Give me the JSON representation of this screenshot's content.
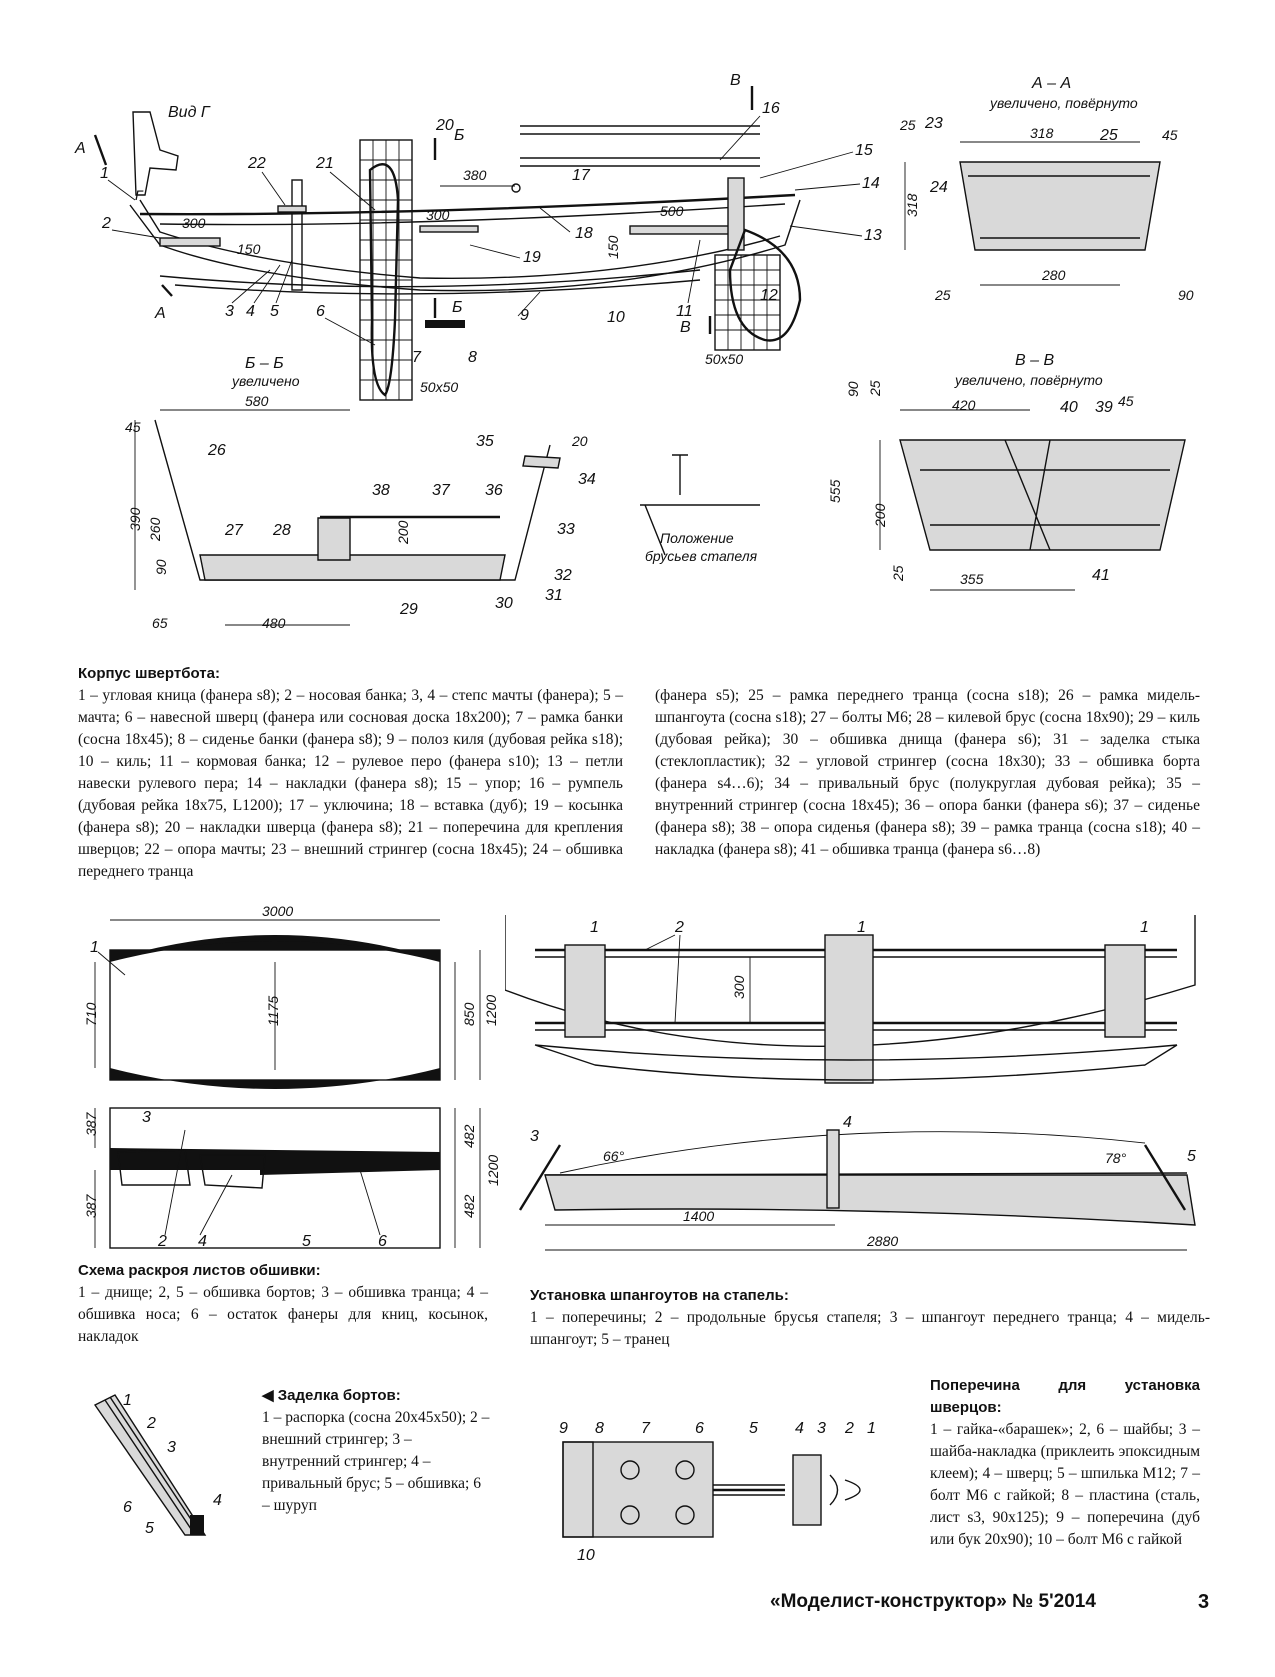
{
  "top_drawing": {
    "view_g": "Вид Г",
    "section_aa_title": "А – А",
    "section_aa_sub": "увеличено, повёрнуто",
    "section_bb_title": "Б – Б",
    "section_bb_sub": "увеличено",
    "section_vv_title": "В – В",
    "section_vv_sub": "увеличено, повёрнуто",
    "stapel_pos_line1": "Положение",
    "stapel_pos_line2": "брусьев стапеля",
    "letter_a": "А",
    "letter_g": "Г",
    "letter_b": "Б",
    "letter_v": "В",
    "dims": {
      "d300a": "300",
      "d150a": "150",
      "d380": "380",
      "d300b": "300",
      "d500": "500",
      "d150b": "150",
      "d50x50a": "50x50",
      "d50x50b": "50x50",
      "aa_318w": "318",
      "aa_25t": "25",
      "aa_45": "45",
      "aa_318h": "318",
      "aa_25b": "25",
      "aa_280": "280",
      "aa_90": "90",
      "bb_580": "580",
      "bb_45": "45",
      "bb_390": "390",
      "bb_260": "260",
      "bb_90": "90",
      "bb_65": "65",
      "bb_480": "480",
      "bb_200": "200",
      "bb_20": "20",
      "vv_420": "420",
      "vv_90": "90",
      "vv_25t": "25",
      "vv_45": "45",
      "vv_555": "555",
      "vv_200": "200",
      "vv_25b": "25",
      "vv_355": "355"
    },
    "nums": {
      "n1": "1",
      "n2": "2",
      "n3": "3",
      "n4": "4",
      "n5": "5",
      "n6": "6",
      "n7": "7",
      "n8": "8",
      "n9": "9",
      "n10": "10",
      "n11": "11",
      "n12": "12",
      "n13": "13",
      "n14": "14",
      "n15": "15",
      "n16": "16",
      "n17": "17",
      "n18": "18",
      "n19": "19",
      "n20": "20",
      "n21": "21",
      "n22": "22",
      "n23": "23",
      "n24": "24",
      "n25": "25",
      "n26": "26",
      "n27": "27",
      "n28": "28",
      "n29": "29",
      "n30": "30",
      "n31": "31",
      "n32": "32",
      "n33": "33",
      "n34": "34",
      "n35": "35",
      "n36": "36",
      "n37": "37",
      "n38": "38",
      "n39": "39",
      "n40": "40",
      "n41": "41"
    }
  },
  "caption_hull": {
    "title": "Корпус швертбота:",
    "col1": "1 – угловая кница (фанера s8); 2 – носовая банка; 3, 4 – степс мачты (фанера); 5 – мачта; 6 – навесной шверц (фанера или сосновая доска 18х200); 7 – рамка банки (сосна 18х45); 8 – сиденье банки (фанера s8); 9 – полоз киля (дубовая рейка s18); 10 – киль; 11 – кормовая банка; 12 – рулевое перо (фанера s10); 13 – петли навески рулевого пера; 14 – накладки (фанера s8); 15 – упор; 16 – румпель (дубовая рейка 18х75, L1200); 17 – уключина; 18 – вставка (дуб); 19 – косынка (фанера s8); 20 – накладки шверца (фанера s8); 21 – поперечина для крепления шверцов; 22 – опора мачты; 23 – внешний стрингер (сосна 18х45); 24 – обшивка переднего транца",
    "col2": "(фанера s5); 25 – рамка переднего транца (сосна s18); 26 – рамка мидель-шпангоута (сосна s18); 27 – болты М6; 28 – килевой брус (сосна 18х90); 29 – киль (дубовая рейка); 30 – обшивка днища (фанера s6); 31 – заделка стыка (стеклопластик); 32 – угловой стрингер (сосна 18х30); 33 – обшивка борта (фанера s4…6); 34 – привальный брус (полукруглая дубовая рейка); 35 – внутренний стрингер (сосна 18х45); 36 – опора банки (фанера s6); 37 – сиденье (фанера s8); 38 – опора сиденья (фанера s8); 39 – рамка транца (сосна s18); 40 – накладка (фанера s8); 41 – обшивка транца (фанера s6…8)"
  },
  "cutting": {
    "d3000": "3000",
    "d710": "710",
    "d1175": "1175",
    "d850": "850",
    "d1200a": "1200",
    "d387a": "387",
    "d387b": "387",
    "d482a": "482",
    "d482b": "482",
    "d1200b": "1200",
    "n1": "1",
    "n2": "2",
    "n3": "3",
    "n4": "4",
    "n5": "5",
    "n6": "6",
    "title": "Схема раскроя листов обшивки:",
    "text": "1 – днище; 2, 5 – обшивка бортов; 3 – обшивка транца; 4 – обшивка носа; 6 – остаток фанеры для книц, косынок, накладок"
  },
  "stapel": {
    "d300": "300",
    "d66": "66°",
    "d78": "78°",
    "d1400": "1400",
    "d2880": "2880",
    "n1a": "1",
    "n1b": "1",
    "n1c": "1",
    "n2": "2",
    "n3": "3",
    "n4": "4",
    "n5": "5",
    "title": "Установка шпангоутов на стапель:",
    "text": "1 – поперечины; 2 – продольные брусья стапеля; 3 – шпангоут переднего транца; 4 – мидель-шпангоут; 5 – транец"
  },
  "sides": {
    "title": "Заделка бортов:",
    "text": "1 – распорка (сосна 20х45х50); 2 – внешний стрингер; 3 – внутренний стрингер; 4 – привальный брус; 5 – обшивка; 6 – шуруп",
    "n1": "1",
    "n2": "2",
    "n3": "3",
    "n4": "4",
    "n5": "5",
    "n6": "6"
  },
  "crossbar": {
    "title": "Поперечина для установка шверцов:",
    "text": "1 – гайка-«барашек»; 2, 6 – шайбы; 3 – шайба-накладка (приклеить эпоксидным клеем); 4 – шверц; 5 – шпилька М12; 7 – болт М6 с гайкой; 8 – пластина (сталь, лист s3, 90х125); 9 – поперечина (дуб или бук 20х90); 10 – болт М6 с гайкой",
    "n1": "1",
    "n2": "2",
    "n3": "3",
    "n4": "4",
    "n5": "5",
    "n6": "6",
    "n7": "7",
    "n8": "8",
    "n9": "9",
    "n10": "10"
  },
  "footer": {
    "magazine": "«Моделист-конструктор» № 5'2014",
    "page": "3"
  }
}
